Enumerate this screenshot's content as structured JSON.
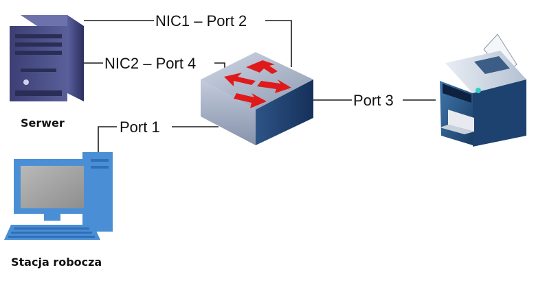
{
  "labels": {
    "nic1_port2": "NIC1 – Port 2",
    "nic2_port4": "NIC2 – Port 4",
    "port1": "Port 1",
    "port3": "Port 3"
  },
  "captions": {
    "server": "Serwer",
    "workstation": "Stacja robocza"
  },
  "icons": {
    "server": "server-tower-icon",
    "switch": "network-switch-icon",
    "printer": "printer-icon",
    "workstation": "desktop-computer-icon"
  },
  "colors": {
    "server_body": "#4a4f86",
    "switch_top": "#b8c2d6",
    "switch_front": "#9aa6bc",
    "switch_side": "#1f3f6e",
    "switch_arrows": "#e0191b",
    "printer_body": "#2c5f91",
    "workstation": "#4a8fd6"
  }
}
